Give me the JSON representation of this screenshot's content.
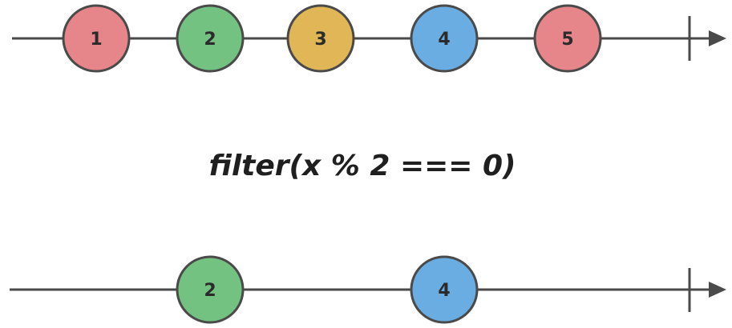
{
  "colors": {
    "line": "#4a4a4a",
    "marble_stroke": "#4a4a4a",
    "red": "#e6858a",
    "green": "#74c282",
    "yellow": "#e0b657",
    "blue": "#69ade2"
  },
  "input_stream": {
    "marbles": [
      {
        "label": "1",
        "color": "red"
      },
      {
        "label": "2",
        "color": "green"
      },
      {
        "label": "3",
        "color": "yellow"
      },
      {
        "label": "4",
        "color": "blue"
      },
      {
        "label": "5",
        "color": "red"
      }
    ]
  },
  "operator": {
    "label": "filter(x % 2 === 0)"
  },
  "output_stream": {
    "marbles": [
      {
        "label": "2",
        "color": "green"
      },
      {
        "label": "4",
        "color": "blue"
      }
    ]
  }
}
